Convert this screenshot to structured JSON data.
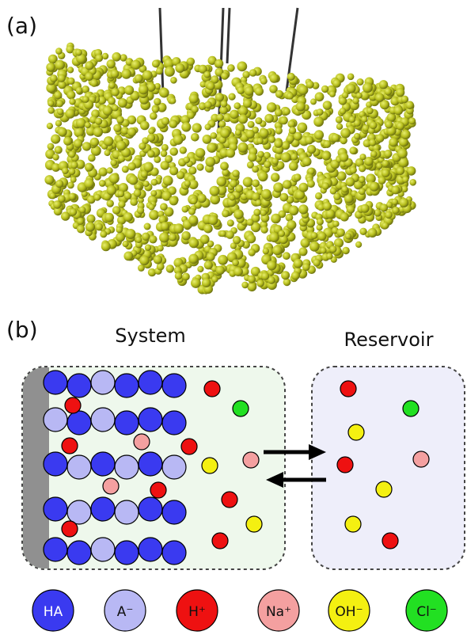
{
  "panel_a": {
    "label": "(a)"
  },
  "panel_b": {
    "label": "(b)",
    "system_title": "System",
    "reservoir_title": "Reservoir"
  },
  "colors": {
    "HA": "#3a3af0",
    "A-": "#b8b8f4",
    "H+": "#ee1111",
    "Na+": "#f4a0a0",
    "OH-": "#f4f011",
    "Cl-": "#22e022",
    "polymer_bead": "#b7bf1c",
    "system_fill": "#eef8ec",
    "reservoir_fill": "#eeeefa",
    "wall": "#909090"
  },
  "legend": [
    {
      "key": "HA",
      "label": "HA"
    },
    {
      "key": "A-",
      "label": "A⁻"
    },
    {
      "key": "H+",
      "label": "H⁺"
    },
    {
      "key": "Na+",
      "label": "Na⁺"
    },
    {
      "key": "OH-",
      "label": "OH⁻"
    },
    {
      "key": "Cl-",
      "label": "Cl⁻"
    }
  ]
}
